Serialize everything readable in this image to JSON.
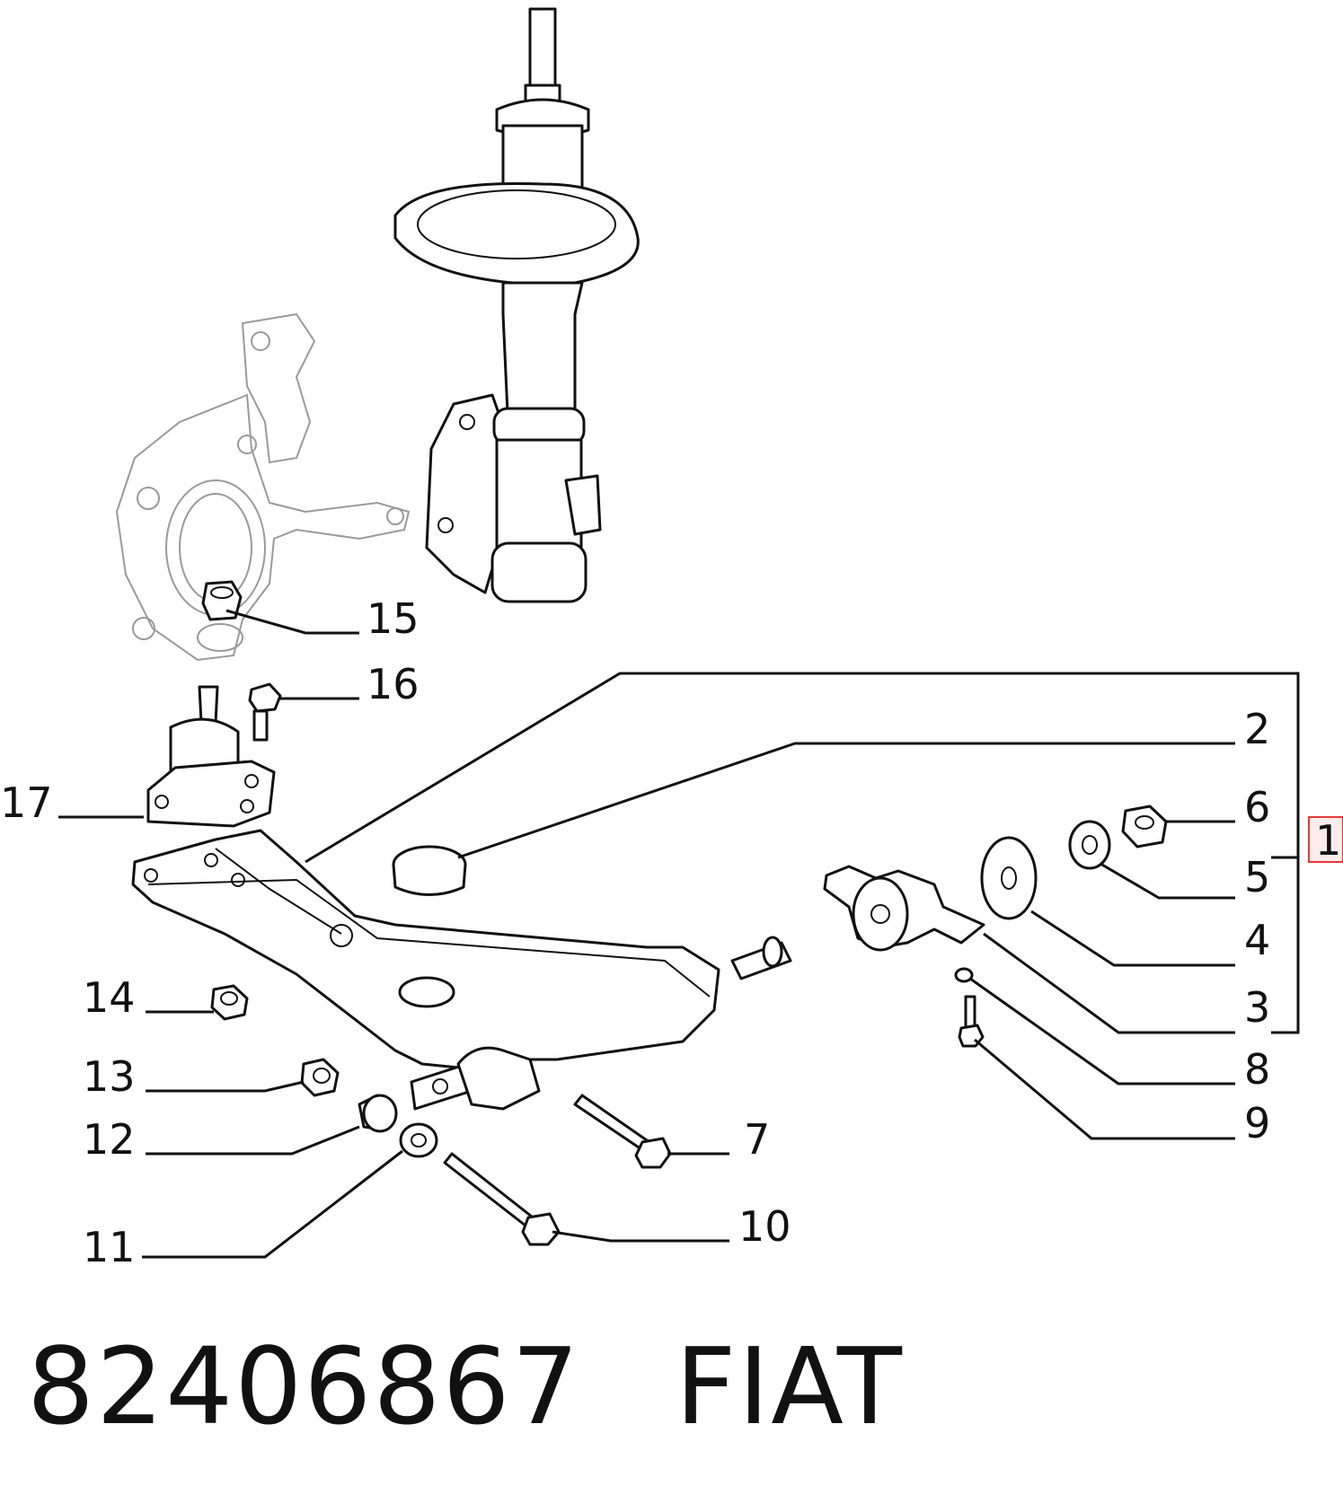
{
  "part_number": "82406867",
  "brand": "FIAT",
  "callouts": [
    {
      "id": "c1",
      "label": "1"
    },
    {
      "id": "c2",
      "label": "2"
    },
    {
      "id": "c3",
      "label": "3"
    },
    {
      "id": "c4",
      "label": "4"
    },
    {
      "id": "c5",
      "label": "5"
    },
    {
      "id": "c6",
      "label": "6"
    },
    {
      "id": "c7",
      "label": "7"
    },
    {
      "id": "c8",
      "label": "8"
    },
    {
      "id": "c9",
      "label": "9"
    },
    {
      "id": "c10",
      "label": "10"
    },
    {
      "id": "c11",
      "label": "11"
    },
    {
      "id": "c12",
      "label": "12"
    },
    {
      "id": "c13",
      "label": "13"
    },
    {
      "id": "c14",
      "label": "14"
    },
    {
      "id": "c15",
      "label": "15"
    },
    {
      "id": "c16",
      "label": "16"
    },
    {
      "id": "c17",
      "label": "17"
    }
  ],
  "highlight_color": "#e53935"
}
